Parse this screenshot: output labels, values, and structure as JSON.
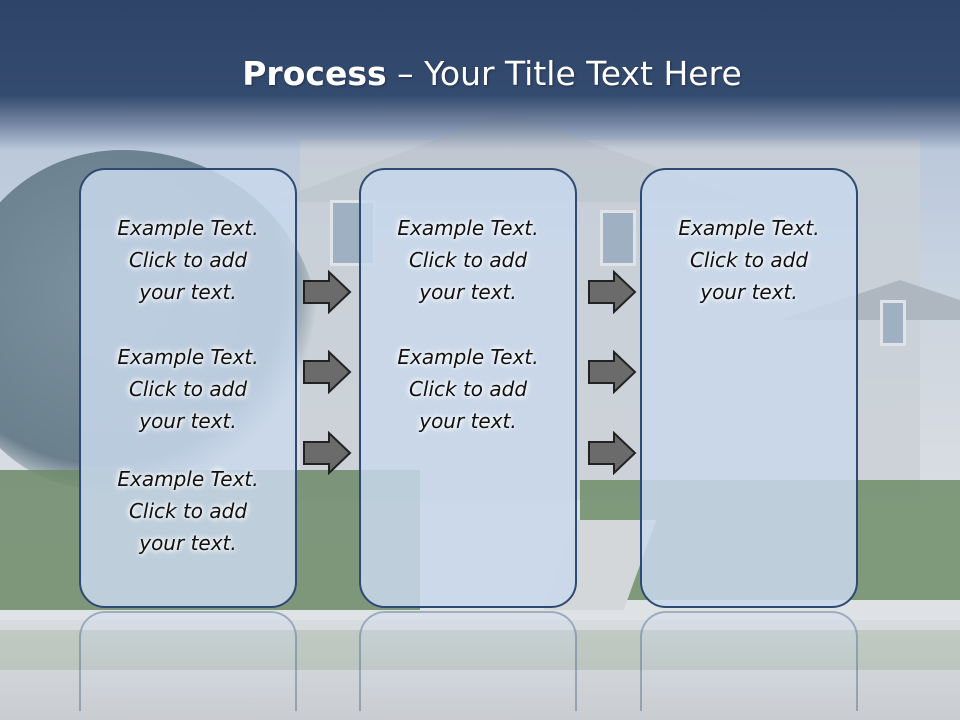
{
  "header": {
    "title_bold": "Process",
    "title_rest": "– Your Title Text Here"
  },
  "columns": [
    {
      "blocks": [
        {
          "line1": "Example Text.",
          "line2": "Click  to add",
          "line3": "your text."
        },
        {
          "line1": "Example Text.",
          "line2": "Click  to add",
          "line3": "your text."
        },
        {
          "line1": "Example Text.",
          "line2": "Click  to add",
          "line3": "your text."
        }
      ]
    },
    {
      "blocks": [
        {
          "line1": "Example Text.",
          "line2": "Click  to add",
          "line3": "your text."
        },
        {
          "line1": "Example Text.",
          "line2": "Click  to add",
          "line3": "your text."
        }
      ]
    },
    {
      "blocks": [
        {
          "line1": "Example Text.",
          "line2": "Click  to add",
          "line3": "your text."
        }
      ]
    }
  ],
  "colors": {
    "header": "#2e4468",
    "panel_border": "#2d4a72",
    "panel_fill": "#c8d7eb",
    "arrow_fill": "#6b6b6b"
  },
  "icons": {
    "connector": "arrow-right-icon"
  }
}
